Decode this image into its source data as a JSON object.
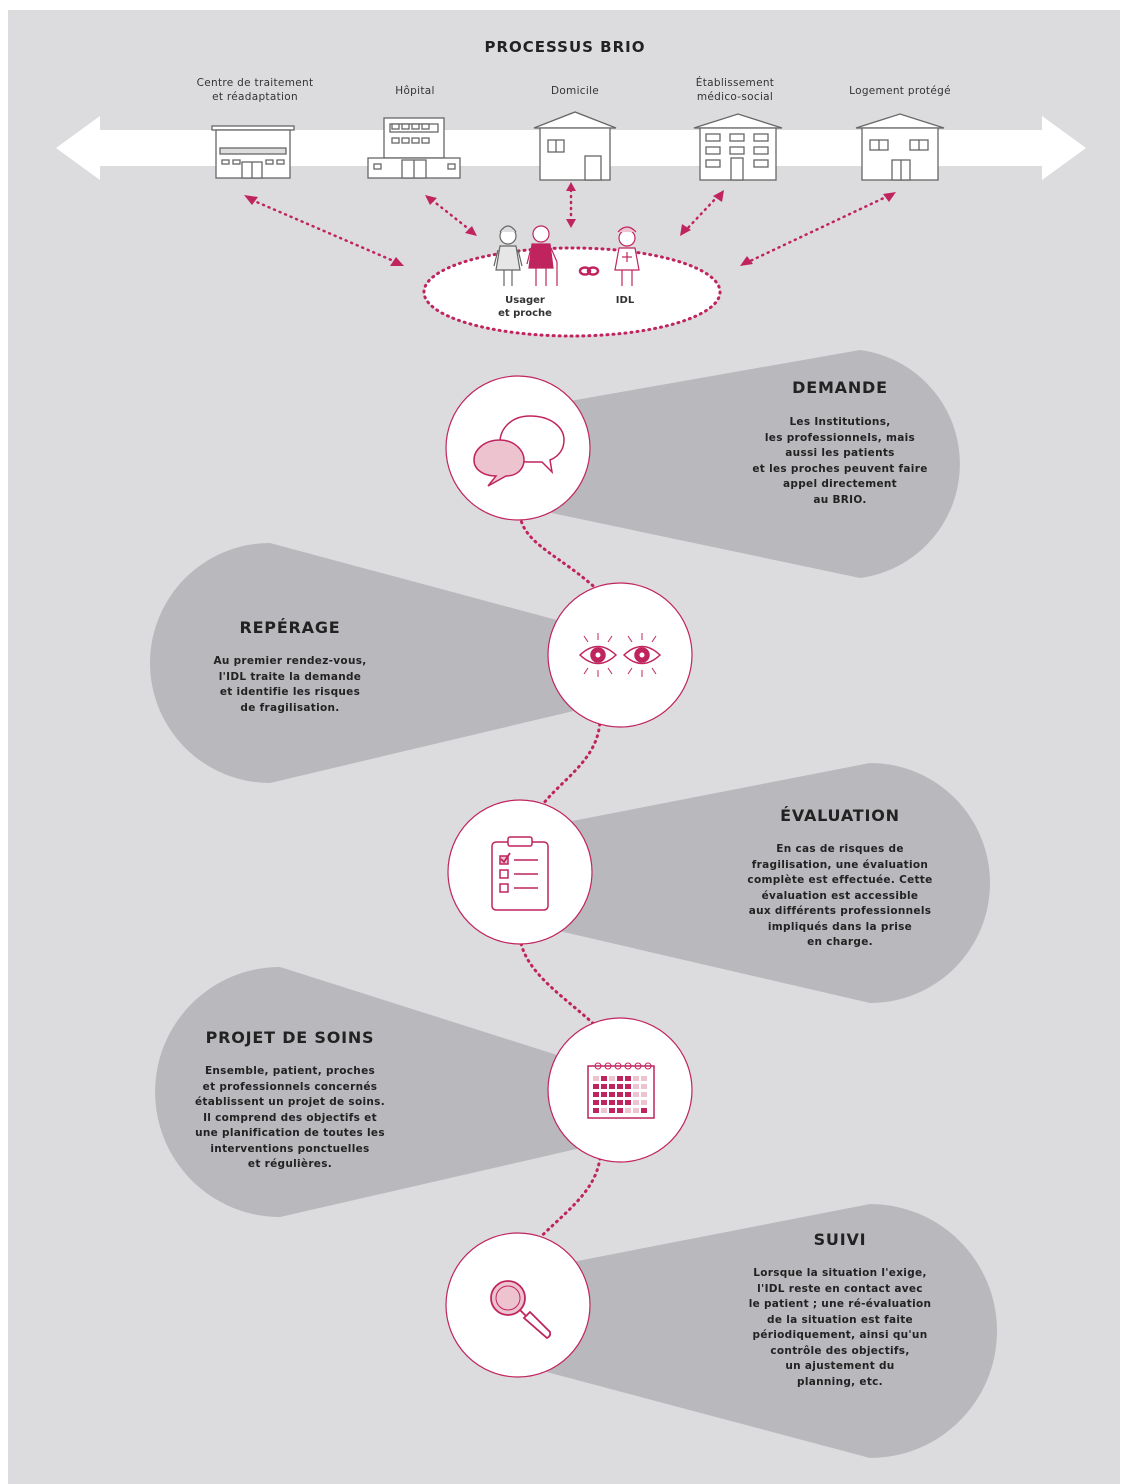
{
  "title": "PROCESSUS BRIO",
  "buildings": [
    {
      "label": "Centre de traitement\net réadaptation",
      "icon": "rehab-center-icon"
    },
    {
      "label": "Hôpital",
      "icon": "hospital-icon"
    },
    {
      "label": "Domicile",
      "icon": "house-icon"
    },
    {
      "label": "Établissement\nmédico-social",
      "icon": "care-home-icon"
    },
    {
      "label": "Logement protégé",
      "icon": "protected-housing-icon"
    }
  ],
  "center": {
    "user_label": "Usager\net proche",
    "idl_label": "IDL"
  },
  "steps": [
    {
      "title": "DEMANDE",
      "icon": "speech-bubbles-icon",
      "text": "Les Institutions,\nles professionnels, mais\naussi les patients\net les proches peuvent faire\nappel directement\nau BRIO."
    },
    {
      "title": "REPÉRAGE",
      "icon": "eyes-icon",
      "text": "Au premier rendez-vous,\nl'IDL traite la demande\net identifie les risques\nde fragilisation."
    },
    {
      "title": "ÉVALUATION",
      "icon": "clipboard-checklist-icon",
      "text": "En cas de risques de\nfragilisation, une évaluation\ncomplète est effectuée. Cette\névaluation est accessible\naux différents professionnels\nimpliqués dans la prise\nen charge."
    },
    {
      "title": "PROJET DE SOINS",
      "icon": "calendar-icon",
      "text": "Ensemble, patient, proches\net professionnels concernés\nétablissent un projet de soins.\nIl comprend des objectifs et\nune planification de toutes les\ninterventions ponctuelles\net régulières."
    },
    {
      "title": "SUIVI",
      "icon": "magnifier-icon",
      "text": "Lorsque la situation l'exige,\nl'IDL reste en contact avec\nle patient ; une ré-évaluation\nde la situation est faite\npériodiquement, ainsi qu'un\ncontrôle des objectifs,\nun ajustement du\nplanning, etc."
    }
  ],
  "colors": {
    "accent": "#c0245e",
    "panel": "#dcdcde",
    "shape": "#b9b9bd",
    "pale_pink": "#ecc3cf"
  }
}
